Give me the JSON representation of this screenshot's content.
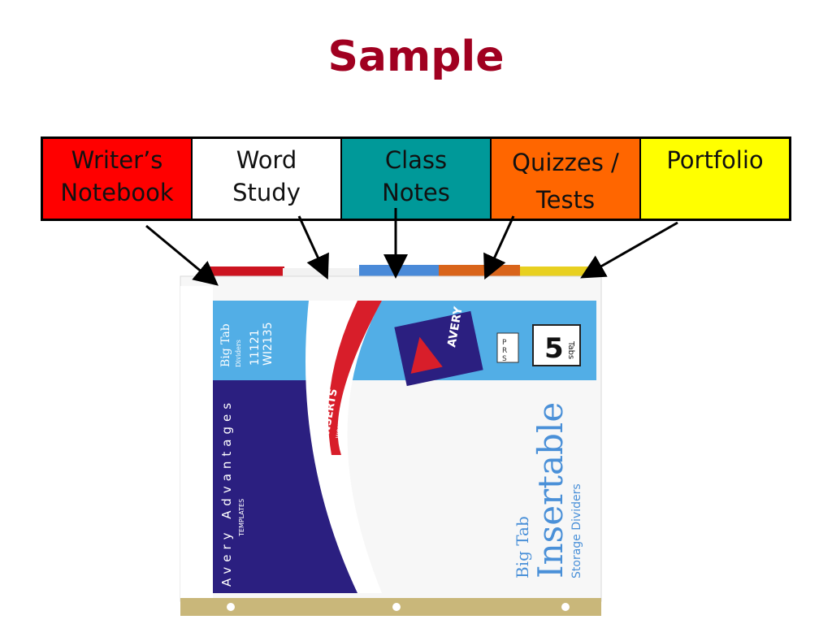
{
  "title": "Sample",
  "colors": {
    "title": "#a00020",
    "red": "#ff0000",
    "white": "#ffffff",
    "teal": "#009999",
    "orange": "#ff6600",
    "yellow": "#ffff00",
    "navy": "#2b1f80",
    "sky": "#4aa3e0",
    "gold": "#c9b77a"
  },
  "tabs": [
    {
      "label": "Writer’s\nNotebook",
      "color": "#ff0000"
    },
    {
      "label": "Word\nStudy",
      "color": "#ffffff"
    },
    {
      "label": "Class\nNotes",
      "color": "#009999"
    },
    {
      "label": "Quizzes /\nTests",
      "color": "#ff6600"
    },
    {
      "label": "Portfolio",
      "color": "#ffff00"
    }
  ],
  "product": {
    "brand": "AVERY",
    "line_name": "Big Tab",
    "line_sub": "Dividers",
    "model_1": "11121",
    "model_2": "WI2135",
    "name": "Insertable",
    "big_tab": "Big Tab",
    "storage": "Storage Dividers",
    "tab_count": "5",
    "tab_count_label": "Tabs",
    "advantages": "Avery Advantages",
    "inserts": "INSERTS",
    "inserts_sub": "WON'T FALL OUT!",
    "templates": "TEMPLATES",
    "prs": [
      "P",
      "R",
      "S"
    ]
  }
}
